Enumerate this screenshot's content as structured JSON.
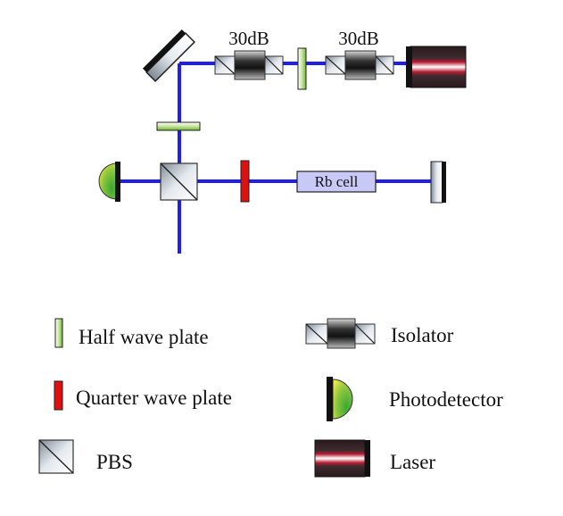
{
  "diagram": {
    "isolator_1_label": "30dB",
    "isolator_2_label": "30dB",
    "cell_label": "Rb cell"
  },
  "legend": {
    "half_wave_plate": "Half wave plate",
    "quarter_wave_plate": "Quarter wave plate",
    "pbs": "PBS",
    "isolator": "Isolator",
    "photodetector": "Photodetector",
    "laser": "Laser"
  },
  "colors": {
    "beam": "#1f1fe6",
    "quarter_wave_plate": "#e01010",
    "half_wave_plate": "#7dc242",
    "cell_fill": "#c9c9f7",
    "laser_beam": "#d0203a",
    "photodetector": "#3aa832"
  }
}
